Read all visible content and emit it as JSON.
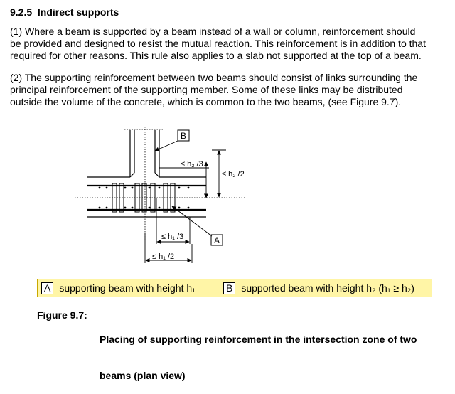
{
  "section": {
    "heading": "9.2.5  Indirect supports"
  },
  "paragraphs": {
    "p1": [
      "(1)  Where a beam is supported by a beam instead of a wall or column, reinforcement should",
      "be provided and designed to resist the mutual reaction.  This reinforcement is in addition to that",
      "required for other reasons.  This rule also applies to a slab not supported at the top of a beam."
    ],
    "p2": [
      "(2)  The supporting reinforcement between two beams should consist of links surrounding the",
      "principal reinforcement of the supporting member. Some of these links may be distributed",
      "outside the volume of the concrete, which is common to the two beams, (see Figure 9.7)."
    ]
  },
  "figure": {
    "label_a": "A",
    "label_b": "B",
    "h2_third": "≤ h₂ /3",
    "h2_half": "≤ h₂ /2",
    "h1_third": "≤ h₁ /3",
    "h1_half": "≤ h₁ /2"
  },
  "legend": {
    "key_a": "A",
    "text_a": "supporting beam with height h₁",
    "key_b": "B",
    "text_b": "supported beam with height h₂ (h₁ ≥ h₂)",
    "background": "#fff5a6",
    "border": "#c8a800"
  },
  "caption": {
    "label": "Figure 9.7:",
    "line1": "Placing of supporting reinforcement in  the intersection zone of two",
    "line2": "beams (plan view)"
  }
}
